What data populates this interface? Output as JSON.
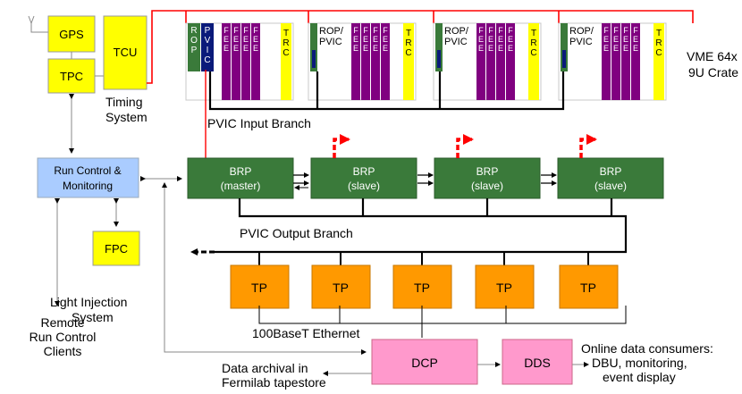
{
  "colors": {
    "yellow": "#ffff00",
    "green": "#3a7a3a",
    "purple": "#800080",
    "navy": "#0a1a7a",
    "light_blue": "#aaccff",
    "orange": "#ff9900",
    "pink": "#ff99cc",
    "red": "#ff0000",
    "black": "#000000"
  },
  "timing": {
    "gps": "GPS",
    "tpc": "TPC",
    "tcu": "TCU",
    "system_line1": "Timing",
    "system_line2": "System"
  },
  "crate": {
    "first": {
      "rop_label": [
        "R",
        "O",
        "P"
      ],
      "pvic_label": [
        "P",
        "V",
        "I",
        "C"
      ]
    },
    "rop_pvic_line1": "ROP/",
    "rop_pvic_line2": "PVIC",
    "fee_letters": [
      "F",
      "E",
      "E"
    ],
    "trc_letters": [
      "T",
      "R",
      "C"
    ],
    "vme_line1": "VME 64x",
    "vme_line2": "9U Crate"
  },
  "pvic_input_label": "PVIC Input Branch",
  "pvic_output_label": "PVIC Output Branch",
  "run_control": {
    "line1": "Run Control &",
    "line2": "Monitoring"
  },
  "brp": [
    {
      "title": "BRP",
      "role": "(master)"
    },
    {
      "title": "BRP",
      "role": "(slave)"
    },
    {
      "title": "BRP",
      "role": "(slave)"
    },
    {
      "title": "BRP",
      "role": "(slave)"
    }
  ],
  "fpc": "FPC",
  "light_injection": {
    "line1": "Light Injection",
    "line2": "System"
  },
  "remote": {
    "line1": "Remote",
    "line2": "Run Control",
    "line3": "Clients"
  },
  "tp_label": "TP",
  "tp_count": 5,
  "ethernet_label": "100BaseT Ethernet",
  "dcp": "DCP",
  "dds": "DDS",
  "archival": {
    "line1": "Data archival in",
    "line2": "Fermilab tapestore"
  },
  "online": {
    "line1": "Online data consumers:",
    "line2": "DBU, monitoring,",
    "line3": "event display"
  }
}
